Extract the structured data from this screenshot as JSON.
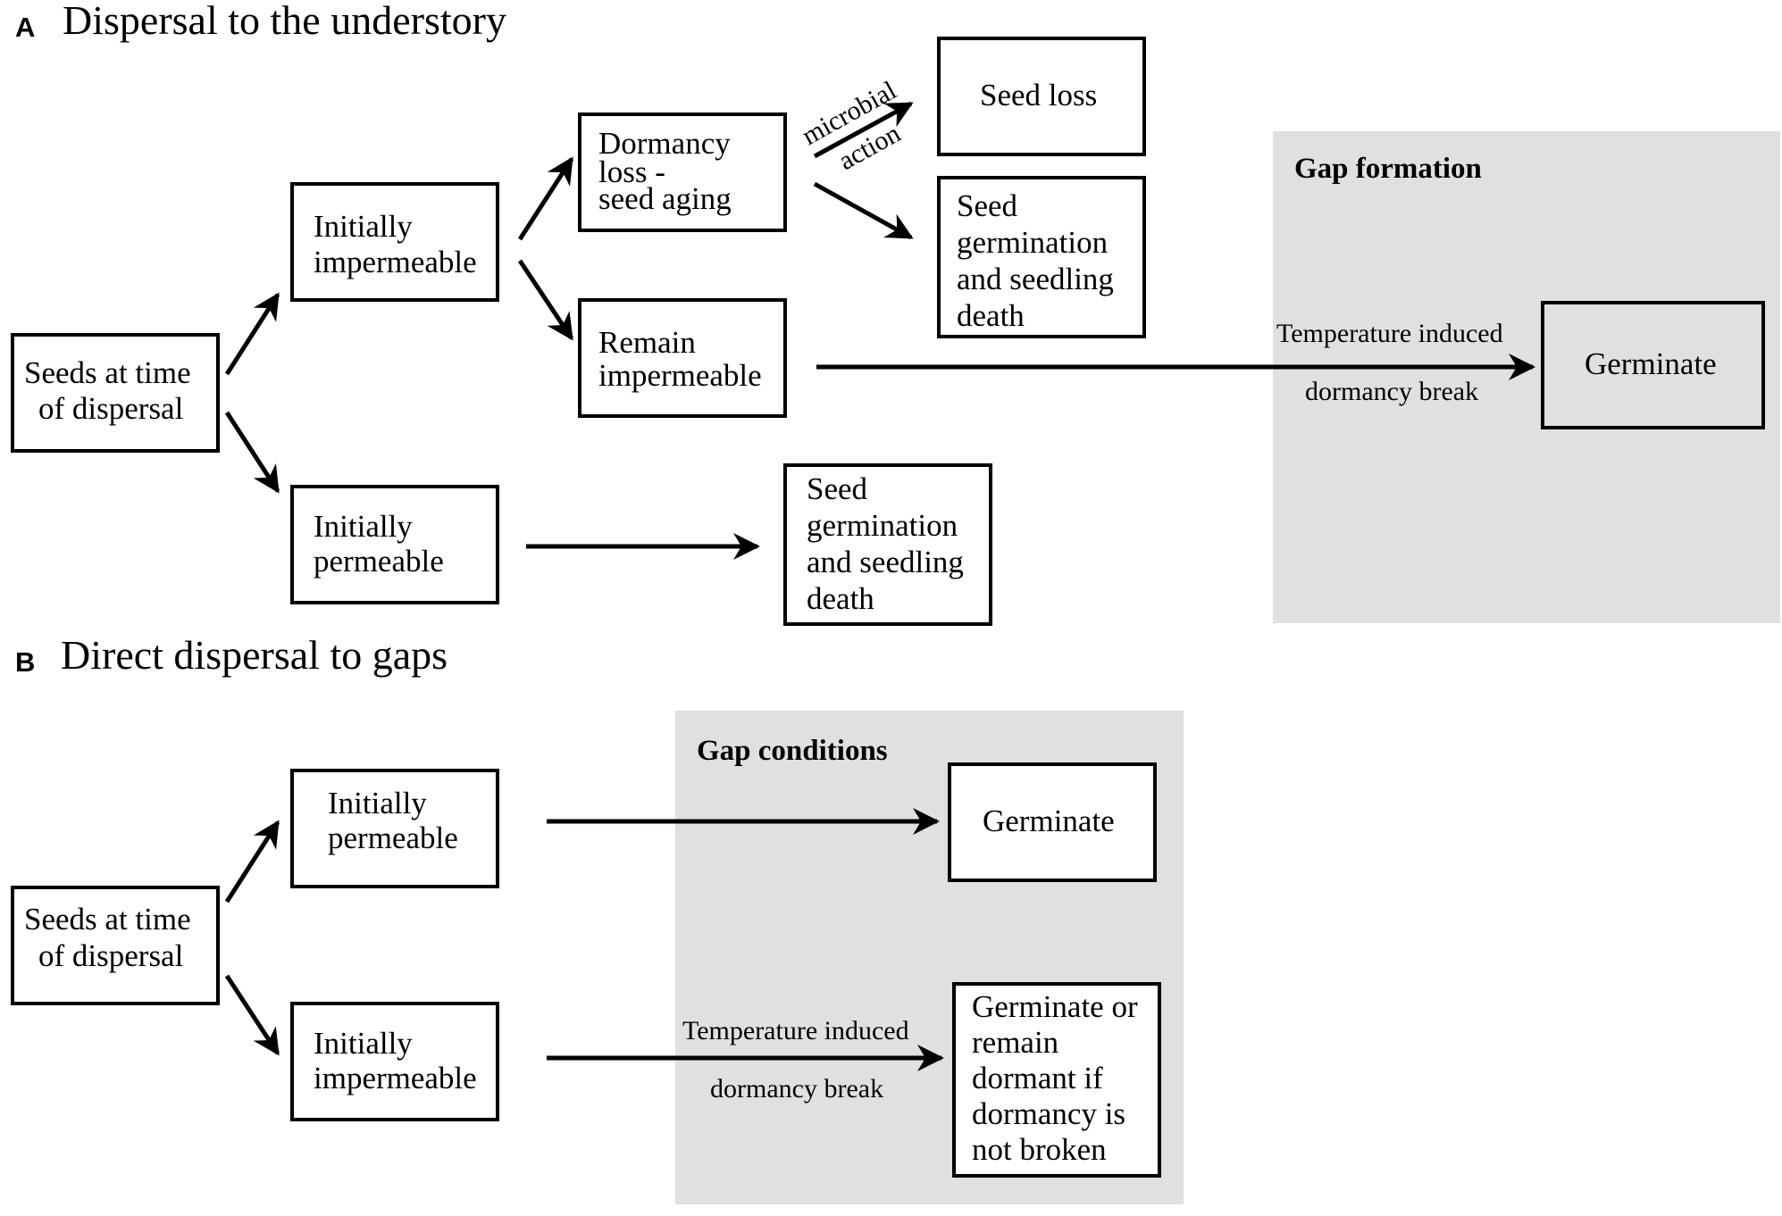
{
  "panel_a": {
    "letter": "A",
    "title": "Dispersal to the understory",
    "region_title": "Gap formation",
    "seeds_at_dispersal": [
      "Seeds at time",
      "of dispersal"
    ],
    "initially_impermeable": [
      "Initially",
      "impermeable"
    ],
    "initially_permeable": [
      "Initially",
      "permeable"
    ],
    "dormancy_loss": [
      "Dormancy",
      "loss -",
      "seed aging"
    ],
    "remain_impermeable": [
      "Remain",
      "impermeable"
    ],
    "seed_loss": [
      "Seed loss"
    ],
    "germination_death_upper": [
      "Seed",
      "germination",
      "and seedling",
      "death"
    ],
    "germination_death_lower": [
      "Seed",
      "germination",
      "and seedling",
      "death"
    ],
    "germinate": [
      "Germinate"
    ],
    "label_microbial": "microbial",
    "label_action": "action",
    "label_temperature": "Temperature induced",
    "label_dormancy_break": "dormancy break"
  },
  "panel_b": {
    "letter": "B",
    "title": "Direct dispersal to gaps",
    "region_title": "Gap conditions",
    "seeds_at_dispersal": [
      "Seeds at time",
      "of dispersal"
    ],
    "initially_permeable": [
      "Initially",
      "permeable"
    ],
    "initially_impermeable": [
      "Initially",
      "impermeable"
    ],
    "germinate": [
      "Germinate"
    ],
    "germinate_or_dormant": [
      "Germinate or",
      "remain",
      "dormant if",
      "dormancy is",
      "not broken"
    ],
    "label_temperature": "Temperature induced",
    "label_dormancy_break": "dormancy break"
  }
}
